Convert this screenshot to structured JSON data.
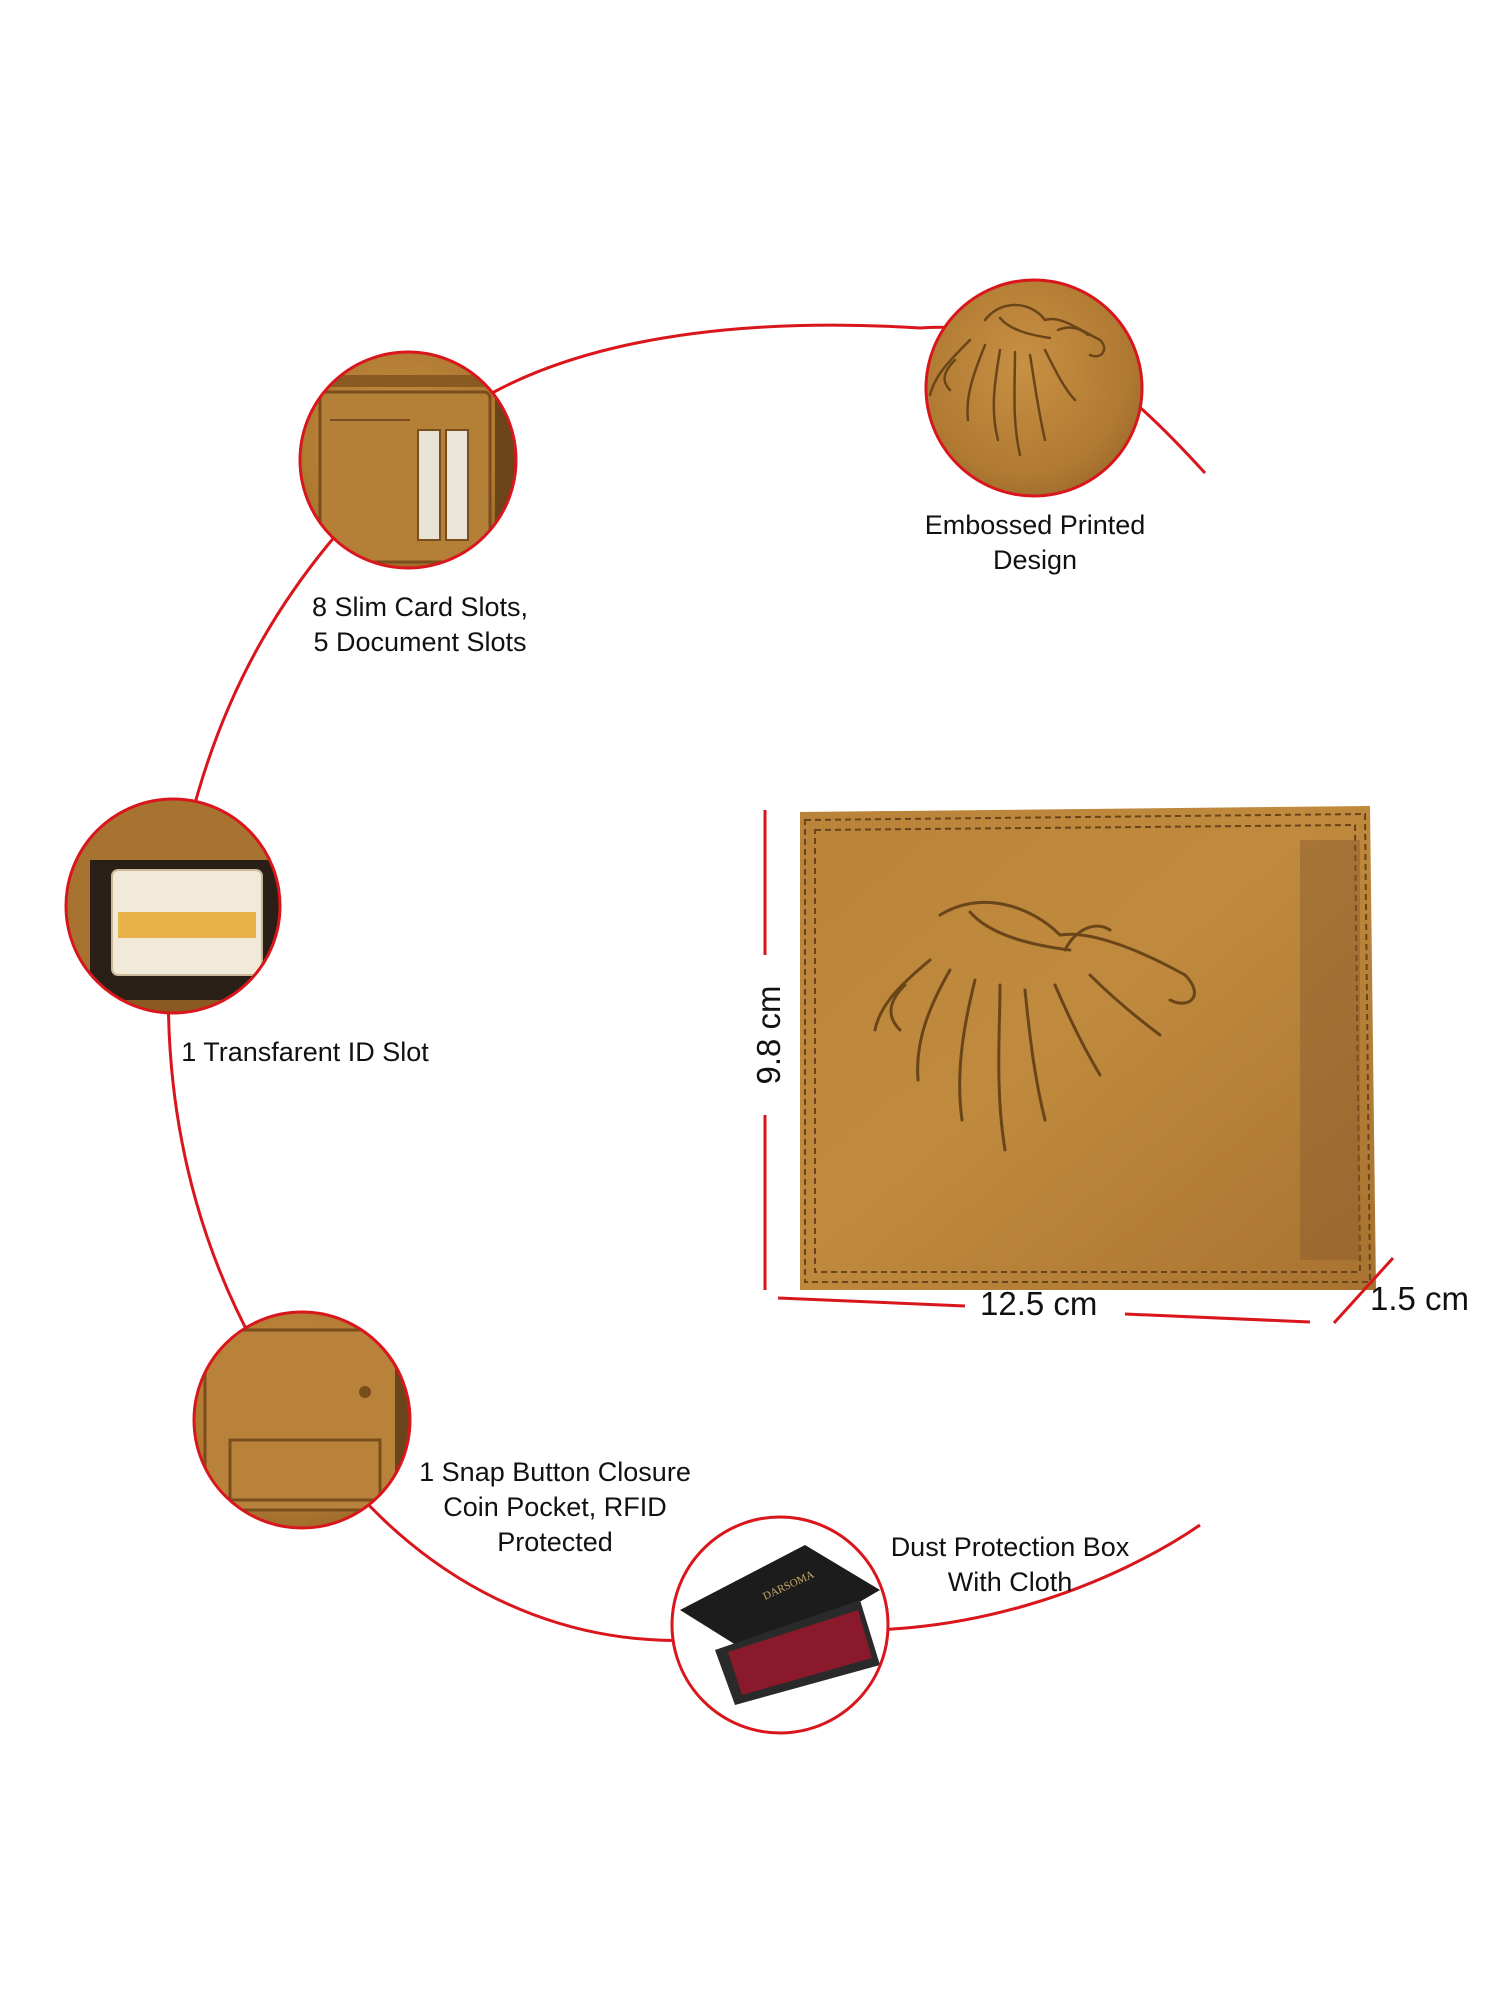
{
  "features": [
    {
      "id": "embossed",
      "lines": [
        "Embossed Printed",
        "Design"
      ]
    },
    {
      "id": "card-slots",
      "lines": [
        "8 Slim Card Slots,",
        "5 Document Slots"
      ]
    },
    {
      "id": "id-slot",
      "lines": [
        "1 Transfarent ID Slot"
      ]
    },
    {
      "id": "coin-pocket",
      "lines": [
        "1 Snap Button Closure",
        "Coin Pocket, RFID",
        "Protected"
      ]
    },
    {
      "id": "dust-box",
      "lines": [
        "Dust Protection Box",
        "With Cloth"
      ]
    }
  ],
  "dimensions": {
    "height": "9.8 cm",
    "width": "12.5 cm",
    "depth": "1.5 cm"
  },
  "colors": {
    "accent": "#d9161c",
    "leather": "#b47f37",
    "leather_dark": "#6a4519",
    "box_black": "#1c1c1c",
    "box_cloth": "#8a1a2b"
  }
}
